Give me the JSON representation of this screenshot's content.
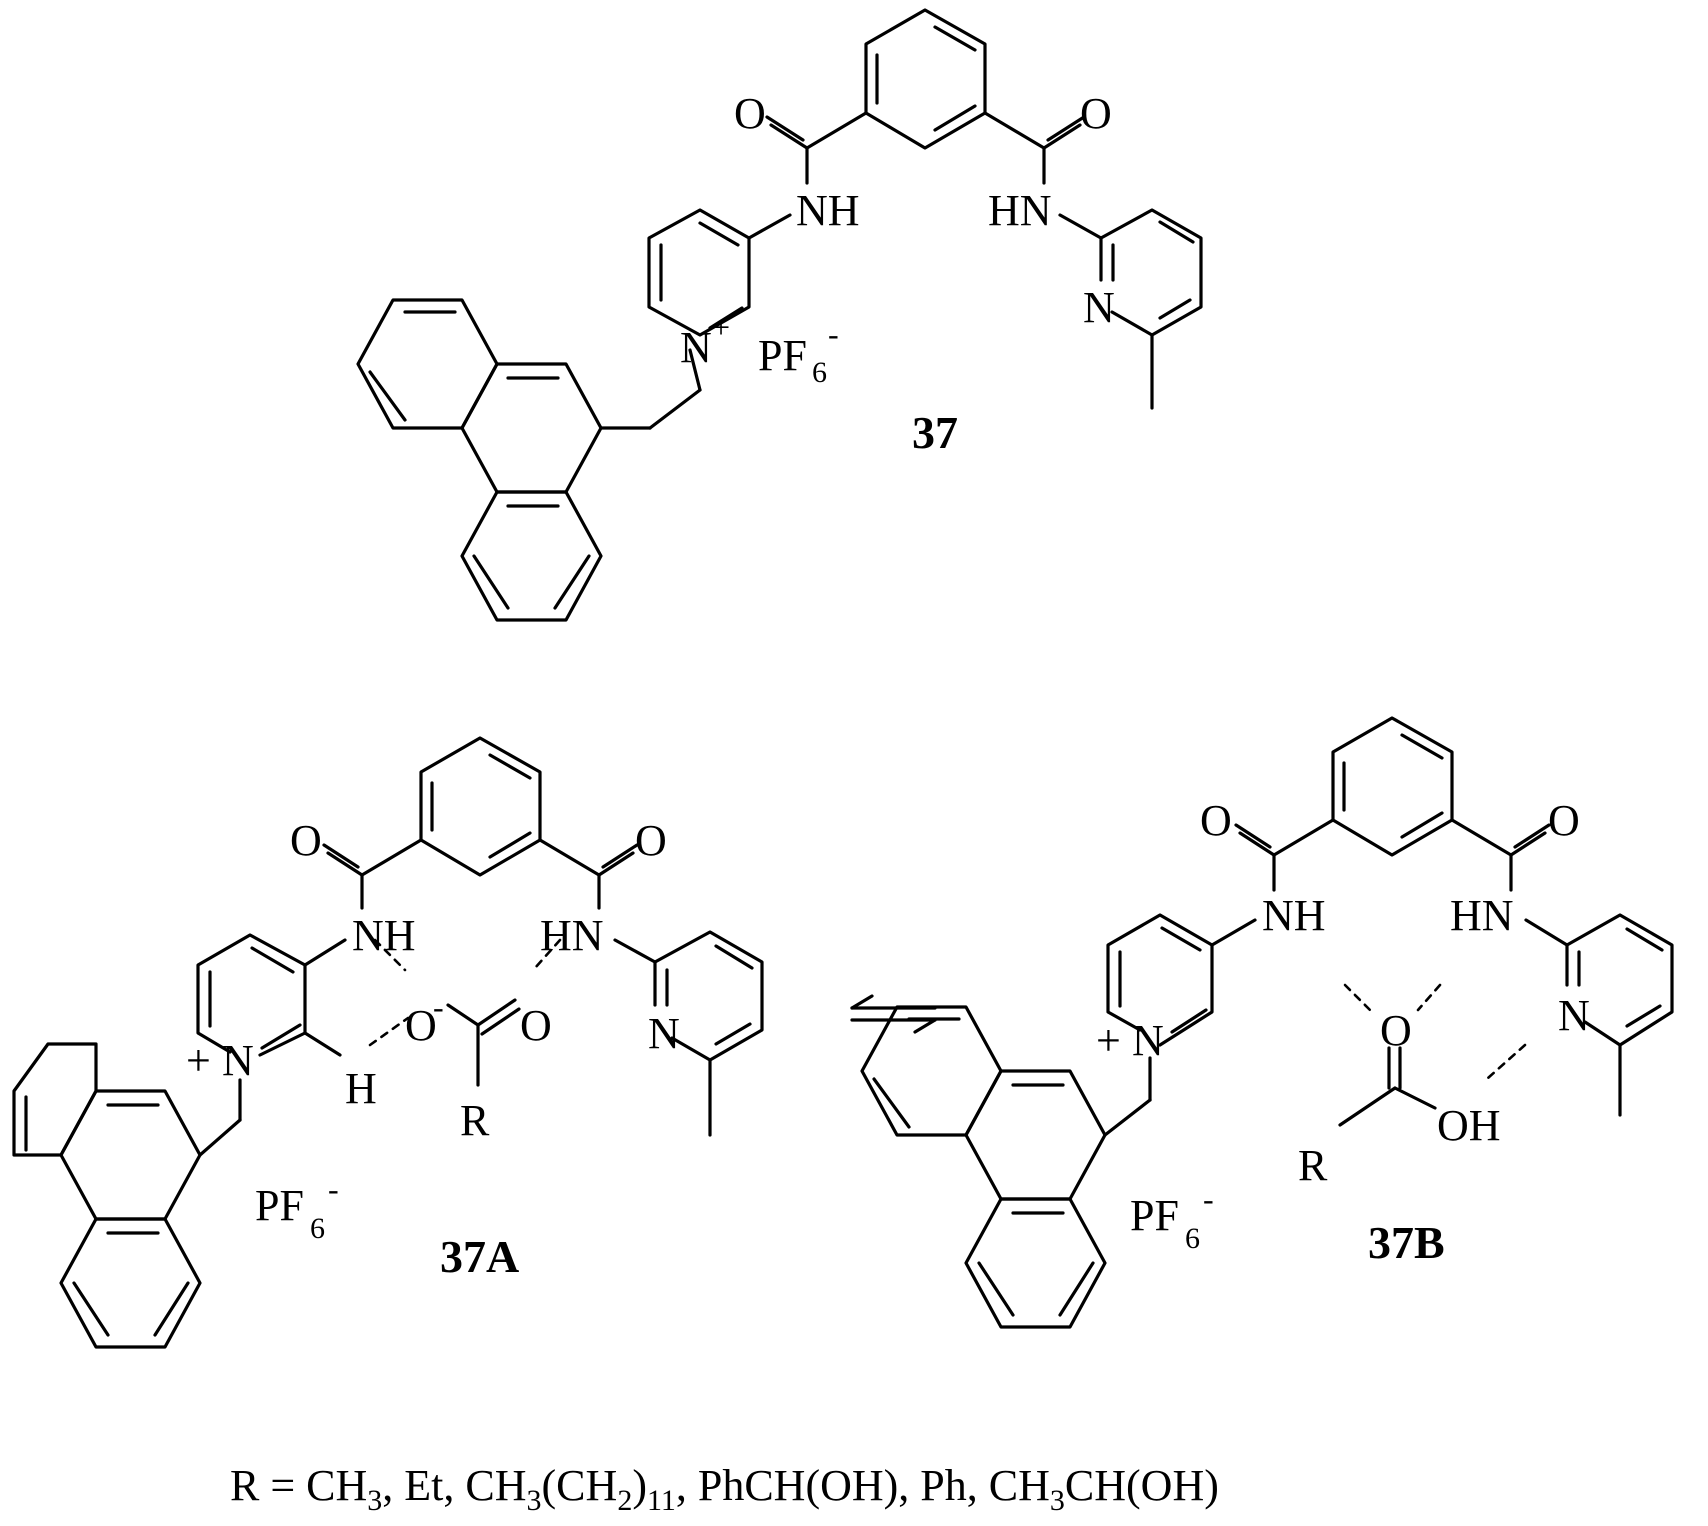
{
  "compounds": {
    "top": {
      "label": "37",
      "atoms": {
        "o_left": "O",
        "o_right": "O",
        "nh": "NH",
        "hn": "HN",
        "n_pyridine": "N",
        "n_plus": "N",
        "plus": "+",
        "pf": "PF",
        "pf_sub": "6",
        "pf_sup": "-"
      }
    },
    "a": {
      "label": "37A",
      "atoms": {
        "o_left": "O",
        "o_right": "O",
        "nh": "NH",
        "hn": "HN",
        "n_pyridine": "N",
        "n_plus": "N",
        "plus": "+",
        "h": "H",
        "o_minus": "O",
        "o_minus_sup": "-",
        "o_carbonyl": "O",
        "r": "R",
        "pf": "PF",
        "pf_sub": "6",
        "pf_sup": "-"
      }
    },
    "b": {
      "label": "37B",
      "atoms": {
        "o_left": "O",
        "o_right": "O",
        "nh": "NH",
        "hn": "HN",
        "n_pyridine": "N",
        "n_plus": "N",
        "plus": "+",
        "o_carbonyl": "O",
        "oh": "OH",
        "r": "R",
        "pf": "PF",
        "pf_sub": "6",
        "pf_sup": "-"
      }
    }
  },
  "r_definition": {
    "r1": "R = CH",
    "s1": "3",
    "r2": ", Et, CH",
    "s2": "3",
    "r3": "(CH",
    "s3": "2",
    "r4": ")",
    "s4": "11",
    "r5": ", PhCH(OH), Ph, CH",
    "s5": "3",
    "r6": "CH(OH)"
  },
  "colors": {
    "ink": "#000000",
    "background": "#ffffff"
  }
}
